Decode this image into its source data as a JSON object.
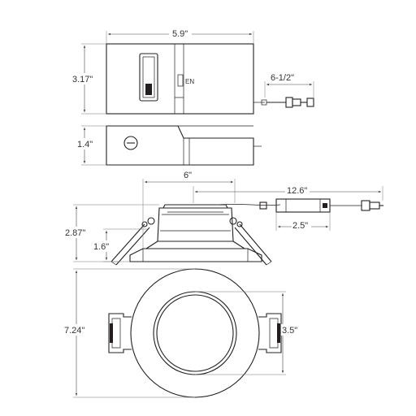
{
  "dimensions": {
    "box_width": "5.9\"",
    "box_height": "3.17\"",
    "box_depth": "1.4\"",
    "cable_length": "6-1/2\"",
    "fixture_diameter": "6\"",
    "lead_length": "12.6\"",
    "driver_length": "2.5\"",
    "fixture_height": "2.87\"",
    "trim_height": "1.6\"",
    "overall_width": "7.24\"",
    "aperture": "3.5\""
  },
  "labels": {
    "switch_marker": "EN"
  },
  "colors": {
    "line": "#231f20",
    "dimension": "#444444"
  }
}
